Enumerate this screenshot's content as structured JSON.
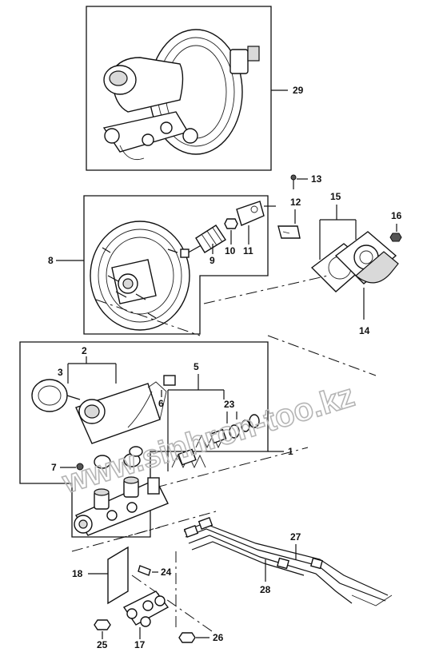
{
  "watermark": "www.sinhron-too.kz",
  "callouts": {
    "c1": "1",
    "c2": "2",
    "c3": "3",
    "c5": "5",
    "c6": "6",
    "c7": "7",
    "c8": "8",
    "c9": "9",
    "c10": "10",
    "c11": "11",
    "c12": "12",
    "c13": "13",
    "c14": "14",
    "c15": "15",
    "c16": "16",
    "c17": "17",
    "c18": "18",
    "c23": "23",
    "c24": "24",
    "c25": "25",
    "c26": "26",
    "c27": "27",
    "c28": "28",
    "c29": "29"
  },
  "colors": {
    "ink": "#111111",
    "watermark": "#b5b5b5",
    "background": "#ffffff"
  }
}
